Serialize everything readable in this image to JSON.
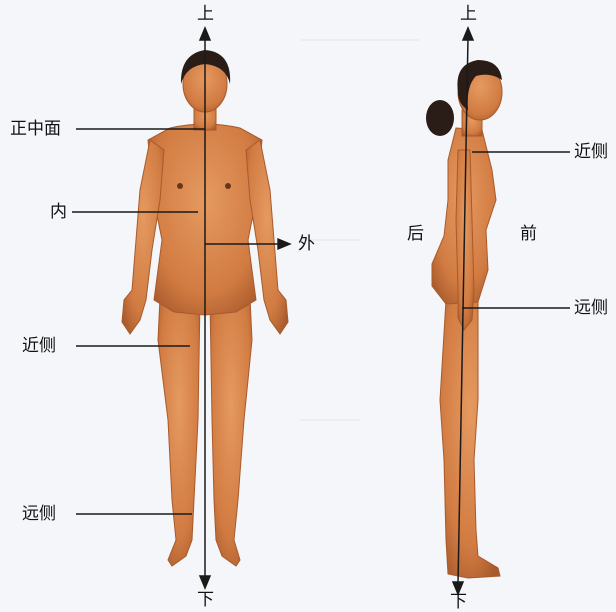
{
  "front": {
    "top": "上",
    "bottom": "下",
    "midsagittal": "正中面",
    "medial": "内",
    "lateral": "外",
    "proximal": "近侧",
    "distal": "远侧"
  },
  "side": {
    "top": "上",
    "bottom": "下",
    "posterior": "后",
    "anterior": "前",
    "proximal": "近侧",
    "distal": "远侧"
  },
  "colors": {
    "skin": "#d9834a",
    "skin_shadow": "#a85a2c",
    "hair": "#2a1c16",
    "line": "#1a1a1a",
    "background": "#f4f6fa"
  }
}
